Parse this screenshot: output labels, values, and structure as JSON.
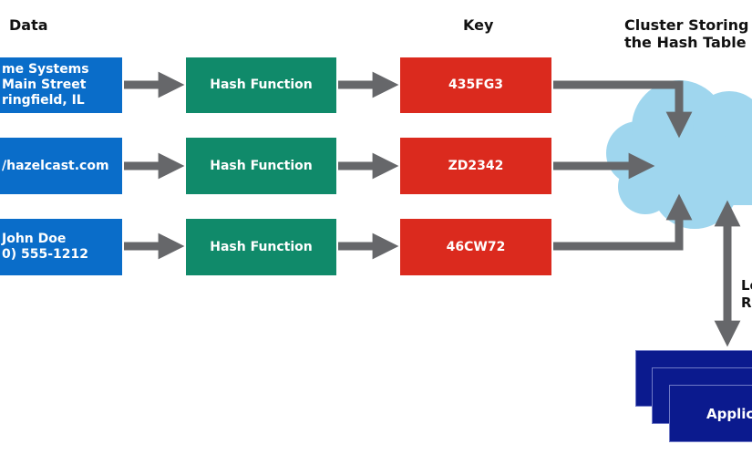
{
  "headers": {
    "data": "Data",
    "key": "Key",
    "cluster": "Cluster Storing\nthe Hash Table"
  },
  "rows": [
    {
      "data": "me Systems\n Main Street\nringfield, IL",
      "hash": "Hash Function",
      "key": "435FG3"
    },
    {
      "data": "/hazelcast.com",
      "hash": "Hash Function",
      "key": "ZD2342"
    },
    {
      "data": "John Doe\n0) 555-1212",
      "hash": "Hash Function",
      "key": "46CW72"
    }
  ],
  "lookup_label": "Lo\nRe",
  "app_label": "Applica",
  "colors": {
    "data_box": "#0a6dc9",
    "hash_box": "#108a6a",
    "key_box": "#db2a1e",
    "arrow": "#66676a",
    "cloud": "#9fd6ee",
    "app": "#0b1a8e"
  }
}
